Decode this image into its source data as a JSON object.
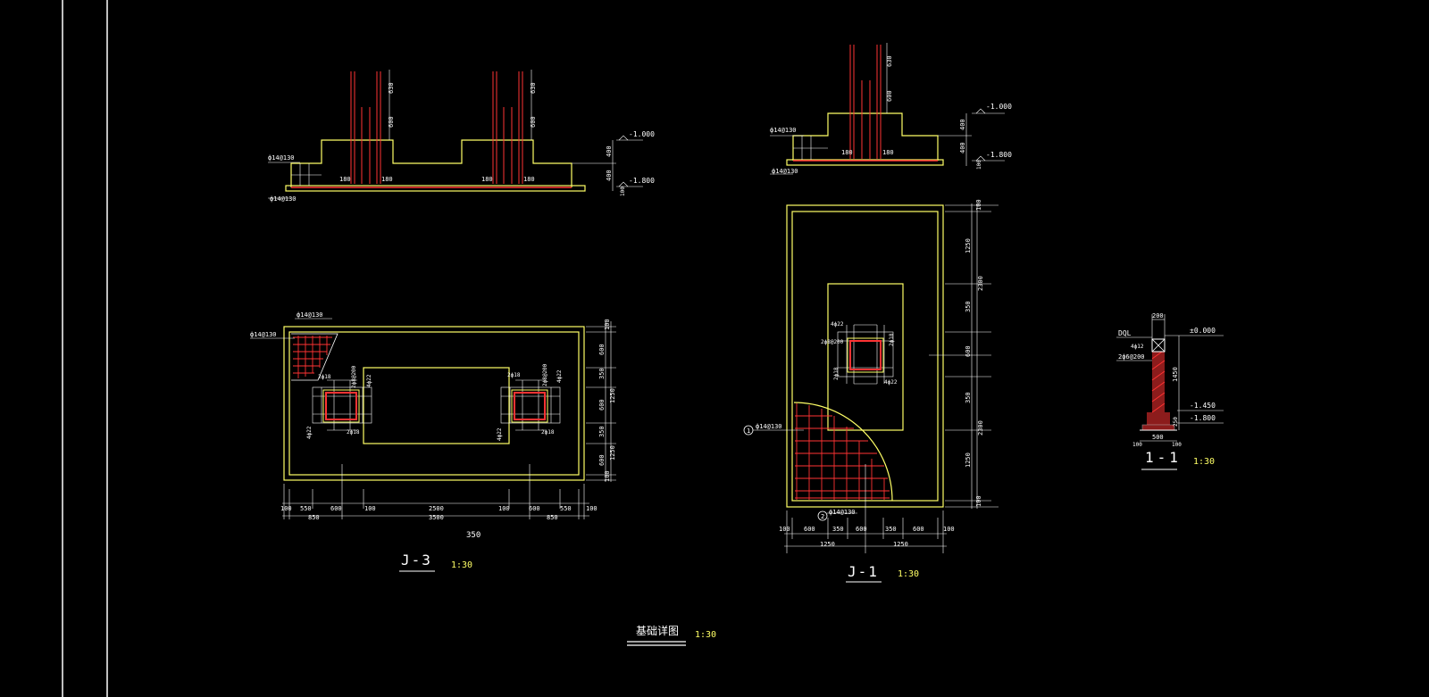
{
  "drawing": {
    "title": "基础详图",
    "title_scale": "1:30",
    "colors": {
      "background": "#000000",
      "outline": "#ffff66",
      "rebar": "#ff3333",
      "dims": "#ffffff"
    }
  },
  "j3": {
    "label": "J-3",
    "scale": "1:30",
    "section": {
      "rebar_top": "ф14@130",
      "rebar_bot": "ф14@130",
      "h630a": "630",
      "h600a": "600",
      "h630b": "630",
      "h600b": "600",
      "c1": "180",
      "c2": "180",
      "c3": "180",
      "c4": "180",
      "r400": "400",
      "r400b": "400",
      "r100": "100",
      "elev1": "-1.000",
      "elev2": "-1.800"
    },
    "plan": {
      "rebar_a": "ф14@130",
      "rebar_b": "ф14@130",
      "c1_top": "2ф18",
      "c1_right": "2ф8@200",
      "c1_left": "4ф22",
      "c1_bot": "2ф18",
      "mid_l": "4ф22",
      "c2_top": "2ф18",
      "c2_right": "2ф8@200",
      "c2_left2": "4ф22",
      "c2_bot": "2ф18",
      "mid_r": "4ф22",
      "right_dims": [
        "100",
        "600",
        "350",
        "1250",
        "600",
        "350",
        "1250",
        "600",
        "100"
      ],
      "bot_dims": [
        "100",
        "550",
        "600",
        "100",
        "2500",
        "100",
        "600",
        "550",
        "100"
      ],
      "bot_totals": [
        "850",
        "3500",
        "850"
      ],
      "extra": "350"
    }
  },
  "j1": {
    "label": "J-1",
    "scale": "1:30",
    "section": {
      "rebar_top": "ф14@130",
      "rebar_bot": "ф14@130",
      "h630": "630",
      "h600": "600",
      "c1": "180",
      "c2": "180",
      "r400": "400",
      "r400b": "400",
      "r100": "100",
      "elev1": "-1.000",
      "elev2": "-1.800"
    },
    "plan": {
      "c_top": "4ф22",
      "c_left": "2ф8@200",
      "c_right": "2ф18",
      "c_left2": "2ф18",
      "c_bot": "4ф22",
      "rebar_1": "ф14@130",
      "rebar_2": "ф14@130",
      "mark1": "1",
      "mark2": "2",
      "right_dims": [
        "100",
        "1250",
        "350",
        "600",
        "350",
        "1250",
        "100"
      ],
      "right_totals": [
        "2300",
        "2300"
      ],
      "bot_dims": [
        "100",
        "600",
        "350",
        "600",
        "350",
        "600",
        "100"
      ],
      "bot_totals": [
        "1250",
        "1250"
      ]
    }
  },
  "s11": {
    "label": "1-1",
    "scale": "1:30",
    "w200": "200",
    "dql": "DQL",
    "r1": "4ф12",
    "r2": "2ф6@200",
    "elev0": "±0.000",
    "h1450": "1450",
    "elev1": "-1.450",
    "elev2": "-1.800",
    "w500": "500",
    "w100a": "100",
    "w100b": "100",
    "h250": "250"
  }
}
